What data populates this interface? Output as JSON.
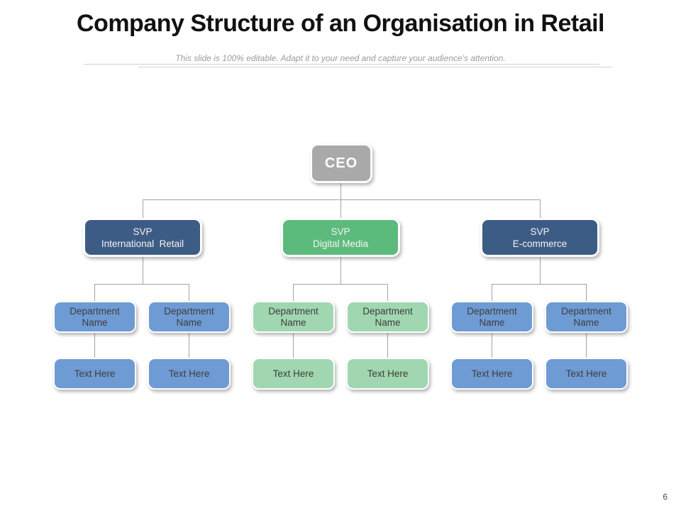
{
  "slide": {
    "title": "Company Structure of an Organisation in Retail",
    "subtitle": "This slide is 100% editable. Adapt it to your need and capture your audience's attention.",
    "page_number": "6"
  },
  "colors": {
    "ceo_fill": "#A9A9A9",
    "svp_blue_fill": "#3D5C85",
    "svp_green_fill": "#5CBB7C",
    "department_blue_fill": "#6F9BD4",
    "department_green_fill": "#A0D7B0",
    "connector_gray": "#A3A3A3",
    "box_text_dark": "#3D3D3D",
    "box_text_light": "#FFFFFF"
  },
  "org": {
    "ceo": {
      "label": "CEO"
    },
    "groups": [
      {
        "svp": {
          "line1": "SVP",
          "line2": "International  Retail"
        },
        "departments": [
          {
            "line1": "Department",
            "line2": "Name",
            "text": "Text Here"
          },
          {
            "line1": "Department",
            "line2": "Name",
            "text": "Text Here"
          }
        ]
      },
      {
        "svp": {
          "line1": "SVP",
          "line2": "Digital Media"
        },
        "departments": [
          {
            "line1": "Department",
            "line2": "Name",
            "text": "Text Here"
          },
          {
            "line1": "Department",
            "line2": "Name",
            "text": "Text Here"
          }
        ]
      },
      {
        "svp": {
          "line1": "SVP",
          "line2": "E-commerce"
        },
        "departments": [
          {
            "line1": "Department",
            "line2": "Name",
            "text": "Text Here"
          },
          {
            "line1": "Department",
            "line2": "Name",
            "text": "Text Here"
          }
        ]
      }
    ]
  }
}
